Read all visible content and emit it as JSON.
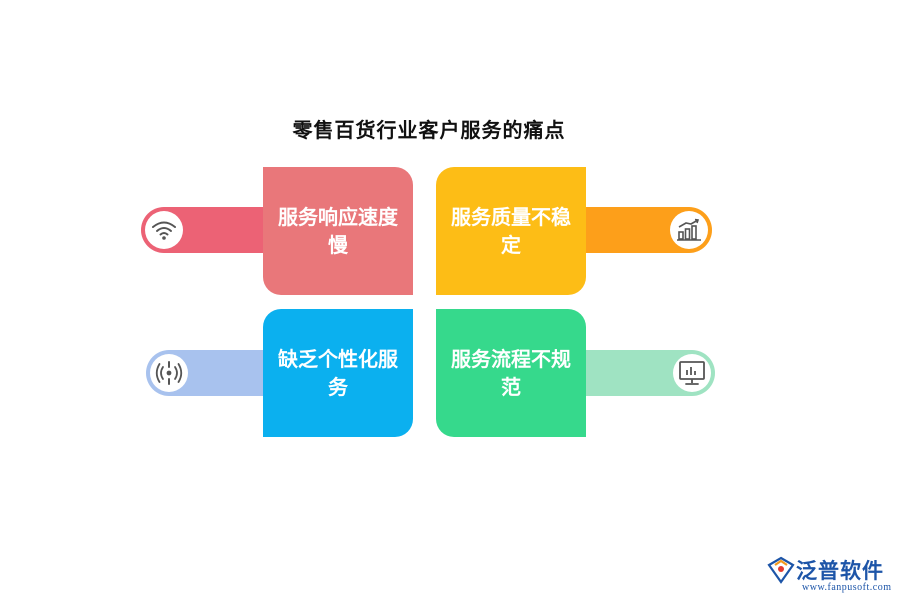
{
  "title": "零售百货行业客户服务的痛点",
  "cards": [
    {
      "label": "服务响应速度慢",
      "color": "#e9777a",
      "pill_color": "#ec6275",
      "icon": "wifi-icon"
    },
    {
      "label": "服务质量不稳定",
      "color": "#fdbd16",
      "pill_color": "#fd9f1a",
      "icon": "bar-chart-icon"
    },
    {
      "label": "缺乏个性化服务",
      "color": "#0bb0ef",
      "pill_color": "#a8c2ee",
      "icon": "signal-icon"
    },
    {
      "label": "服务流程不规范",
      "color": "#36d98c",
      "pill_color": "#9fe3c2",
      "icon": "monitor-icon"
    }
  ],
  "logo": {
    "name": "泛普软件",
    "url": "www.fanpusoft.com",
    "color": "#1d55a8"
  }
}
